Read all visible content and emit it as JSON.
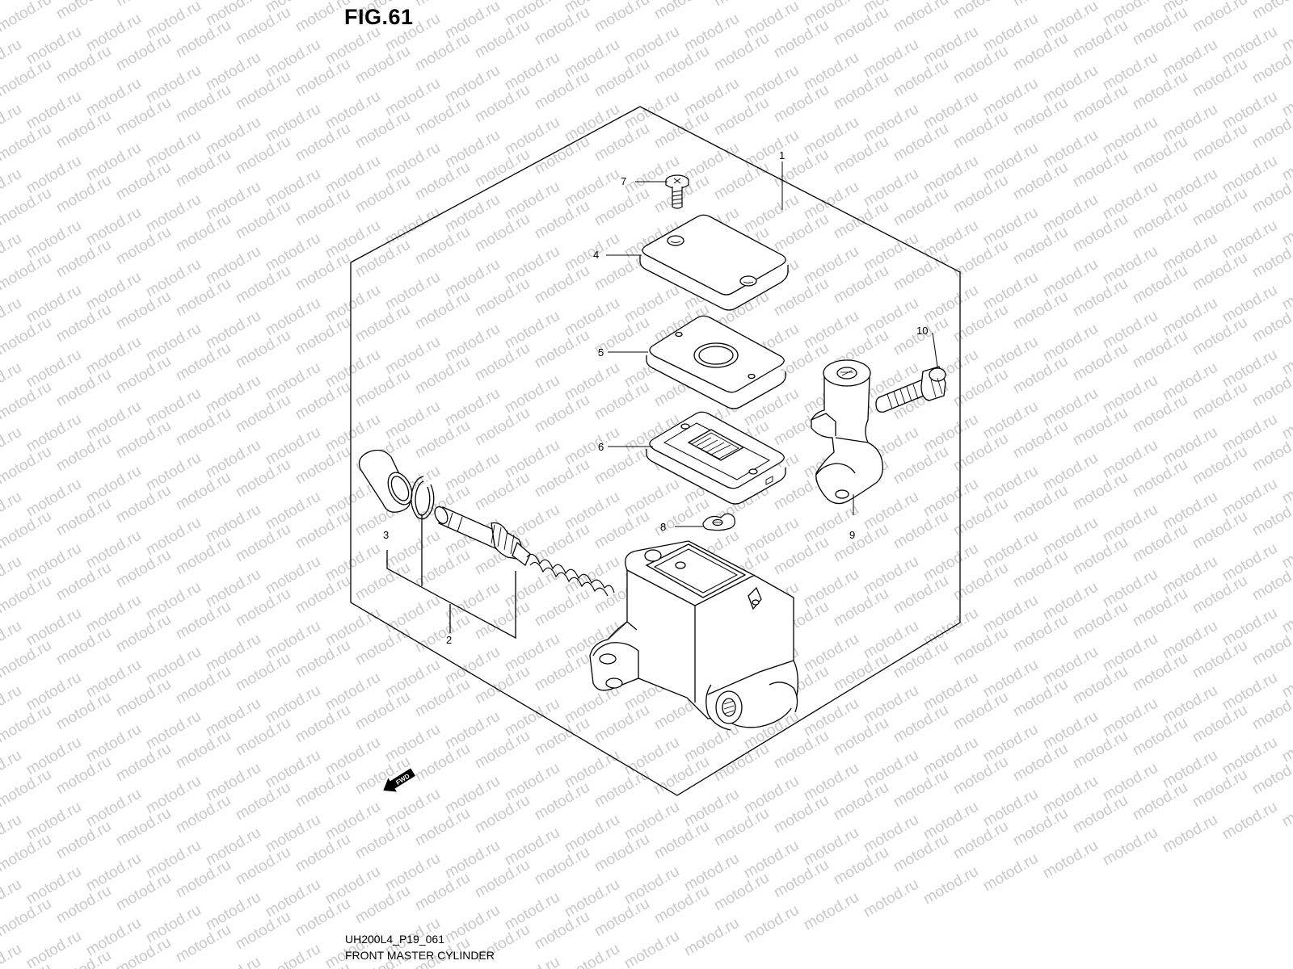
{
  "figure": {
    "title": "FIG.61",
    "code": "UH200L4_P19_061",
    "name": "FRONT MASTER CYLINDER"
  },
  "watermark": {
    "text": "motod.ru",
    "color": "#c9c9c9"
  },
  "callouts": [
    {
      "id": "1",
      "label": "1"
    },
    {
      "id": "2",
      "label": "2"
    },
    {
      "id": "3",
      "label": "3"
    },
    {
      "id": "4",
      "label": "4"
    },
    {
      "id": "5",
      "label": "5"
    },
    {
      "id": "6",
      "label": "6"
    },
    {
      "id": "7",
      "label": "7"
    },
    {
      "id": "8",
      "label": "8"
    },
    {
      "id": "9",
      "label": "9"
    },
    {
      "id": "10",
      "label": "10"
    }
  ],
  "fwd_arrow": {
    "label": "FWD"
  }
}
